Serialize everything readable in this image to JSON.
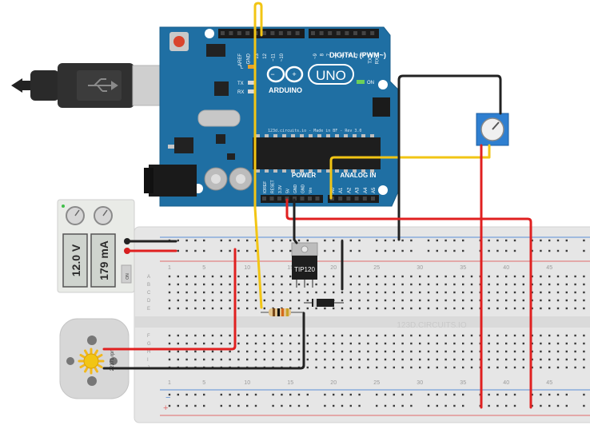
{
  "colors": {
    "arduino_board": "#1f6fa3",
    "arduino_dark": "#16557f",
    "breadboard": "#e6e6e6",
    "wire_red": "#e02020",
    "wire_black": "#222222",
    "wire_yellow": "#f2c514",
    "power_supply": "#e9ebe7",
    "motor": "#d7d7d7"
  },
  "arduino": {
    "logo_text": "ARDUINO",
    "model": "UNO",
    "digital_header": "DIGITAL (PWM~)",
    "digital_pins": [
      "AREF",
      "GND",
      "13",
      "12",
      "~11",
      "~10",
      "~9",
      "8",
      "7",
      "~6",
      "~5",
      "4",
      "~3",
      "2",
      "TX 1",
      "RX 0"
    ],
    "led_l": "L",
    "led_tx": "TX",
    "led_rx": "RX",
    "on_label": "ON",
    "credit": "123d.circuits.io - Made in BF - Rev 3.0",
    "power_label": "POWER",
    "analog_label": "ANALOG IN",
    "power_pins": [
      "IOREF",
      "RESET",
      "3.3V",
      "5V",
      "GND",
      "GND",
      "Vin"
    ],
    "analog_pins": [
      "A0",
      "A1",
      "A2",
      "A3",
      "A4",
      "A5"
    ]
  },
  "power_supply": {
    "voltage": "12.0 V",
    "current": "179 mA",
    "on_label": "ON"
  },
  "motor": {
    "rpm": "22371 rpm"
  },
  "transistor": {
    "label": "TIP120"
  },
  "breadboard": {
    "watermark": "123D.CIRCUITS.IO",
    "column_numbers": [
      "1",
      "5",
      "10",
      "15",
      "20",
      "25",
      "30",
      "35",
      "40",
      "45"
    ],
    "row_letters_top": [
      "A",
      "B",
      "C",
      "D",
      "E"
    ],
    "row_letters_bottom": [
      "F",
      "G",
      "H",
      "I",
      "J"
    ],
    "rail_minus": "−",
    "rail_plus": "+"
  }
}
